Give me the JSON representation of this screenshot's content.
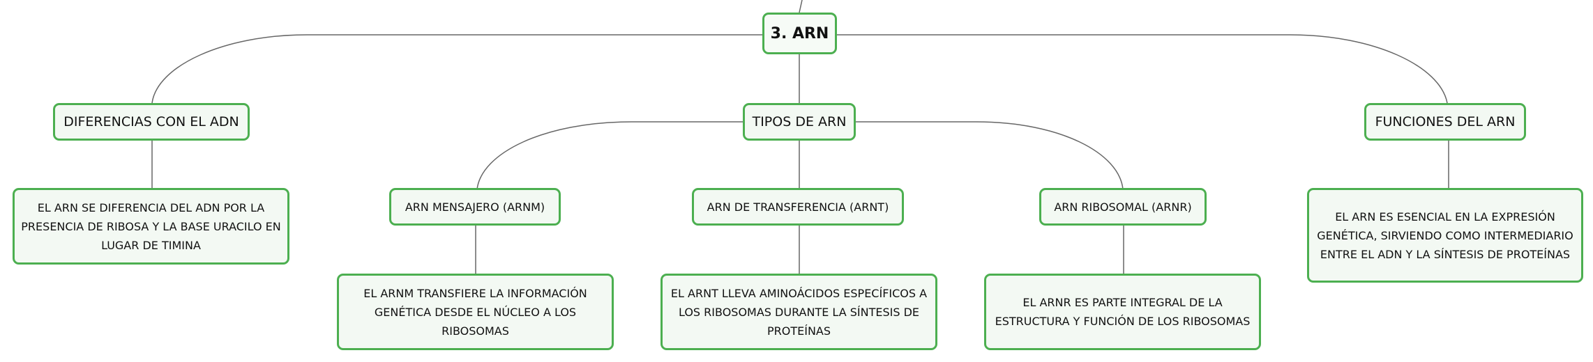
{
  "mindmap": {
    "root": {
      "label": "3. ARN"
    },
    "differences": {
      "label": "DIFERENCIAS CON EL ADN",
      "detail": "EL ARN SE DIFERENCIA DEL ADN POR LA PRESENCIA DE RIBOSA Y LA BASE URACILO EN LUGAR DE TIMINA"
    },
    "types": {
      "label": "TIPOS DE ARN",
      "items": [
        {
          "label": "ARN MENSAJERO (ARNM)",
          "detail": "EL ARNM TRANSFIERE LA INFORMACIÓN GENÉTICA DESDE EL NÚCLEO A LOS RIBOSOMAS"
        },
        {
          "label": "ARN DE TRANSFERENCIA (ARNT)",
          "detail": "EL ARNT LLEVA AMINOÁCIDOS ESPECÍFICOS A LOS RIBOSOMAS DURANTE LA SÍNTESIS DE PROTEÍNAS"
        },
        {
          "label": "ARN RIBOSOMAL (ARNR)",
          "detail": "EL ARNR ES PARTE INTEGRAL DE LA ESTRUCTURA Y FUNCIÓN DE LOS RIBOSOMAS"
        }
      ]
    },
    "functions": {
      "label": "FUNCIONES DEL ARN",
      "detail": "EL ARN ES ESENCIAL EN LA EXPRESIÓN GENÉTICA, SIRVIENDO COMO INTERMEDIARIO ENTRE EL ADN Y LA SÍNTESIS DE PROTEÍNAS"
    },
    "colors": {
      "border": "#4caf50",
      "fill": "#f3f9f3",
      "connector": "#666666",
      "text": "#111111"
    }
  }
}
